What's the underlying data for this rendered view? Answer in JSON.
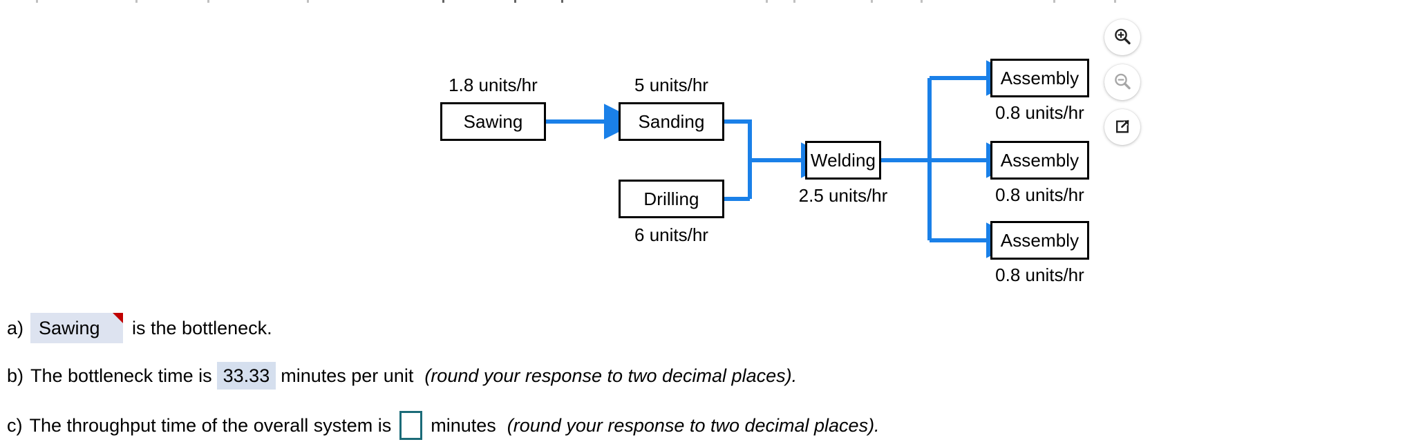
{
  "diagram": {
    "nodes": [
      {
        "id": "sawing",
        "label": "Sawing",
        "rate": "1.8 units/hr",
        "rate_pos": "above"
      },
      {
        "id": "sanding",
        "label": "Sanding",
        "rate": "5 units/hr",
        "rate_pos": "above"
      },
      {
        "id": "drilling",
        "label": "Drilling",
        "rate": "6 units/hr",
        "rate_pos": "below"
      },
      {
        "id": "welding",
        "label": "Welding",
        "rate": "2.5 units/hr",
        "rate_pos": "below"
      },
      {
        "id": "assembly1",
        "label": "Assembly",
        "rate": "0.8 units/hr",
        "rate_pos": "below"
      },
      {
        "id": "assembly2",
        "label": "Assembly",
        "rate": "0.8 units/hr",
        "rate_pos": "below"
      },
      {
        "id": "assembly3",
        "label": "Assembly",
        "rate": "0.8 units/hr",
        "rate_pos": "below"
      }
    ],
    "arrow_color": "#1a80e8",
    "box_border_color": "#000000"
  },
  "viewer_tools": [
    {
      "name": "zoom-in-icon",
      "label": "Zoom in",
      "enabled": true
    },
    {
      "name": "zoom-out-icon",
      "label": "Zoom out",
      "enabled": false
    },
    {
      "name": "pop-out-icon",
      "label": "Open in new window",
      "enabled": true
    }
  ],
  "answers": {
    "a": {
      "marker": "a)",
      "value": "Sawing",
      "tail": "is the bottleneck."
    },
    "b": {
      "marker": "b)",
      "prefix": "The bottleneck time is",
      "value": "33.33",
      "unit": "minutes per unit",
      "note": "(round your response to two decimal places)."
    },
    "c": {
      "marker": "c)",
      "prefix": "The throughput time of the overall system is",
      "value": "",
      "unit": "minutes",
      "note": "(round your response to two decimal places)."
    }
  },
  "colors": {
    "accent_blue": "#1a80e8",
    "answer_select_bg": "#dde3f0",
    "answer_filled_bg": "#d5dfee",
    "answer_empty_border": "#1b6b78",
    "flag_red": "#c00000"
  }
}
